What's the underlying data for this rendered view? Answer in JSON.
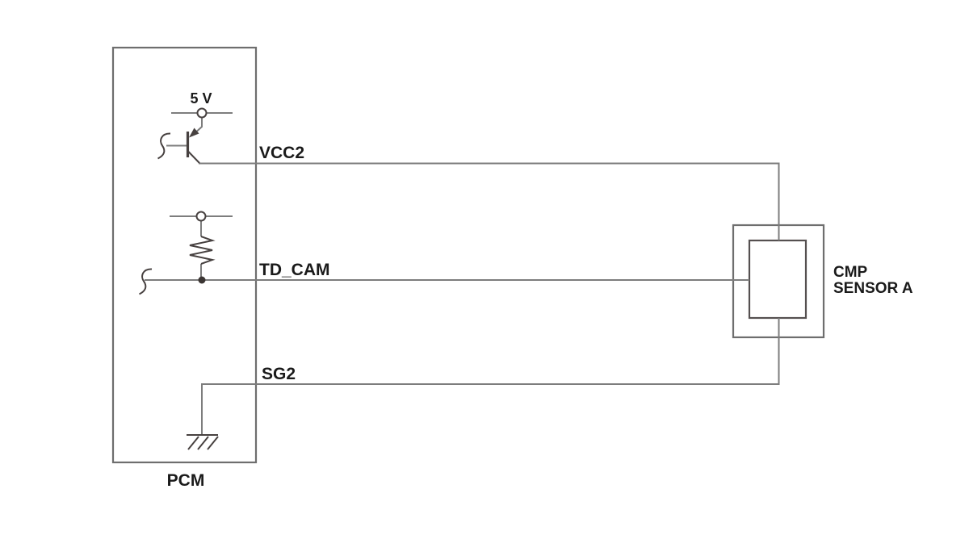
{
  "diagram": {
    "type": "wiring-schematic",
    "module": {
      "label": "PCM",
      "supply_label": "5 V"
    },
    "signals": {
      "vcc2": "VCC2",
      "td_cam": "TD_CAM",
      "sg2": "SG2"
    },
    "sensor": {
      "label_line1": "CMP",
      "label_line2": "SENSOR A"
    },
    "components": [
      "5v-supply-terminal",
      "pnp-transistor",
      "pullup-resistor",
      "junction-dot",
      "chassis-ground",
      "wire-break-marks"
    ]
  },
  "colors": {
    "background": "#ffffff",
    "wire": "#7d7d7d",
    "outline": "#6e6e6e",
    "symbol": "#474140",
    "text": "#1a1a1a"
  }
}
